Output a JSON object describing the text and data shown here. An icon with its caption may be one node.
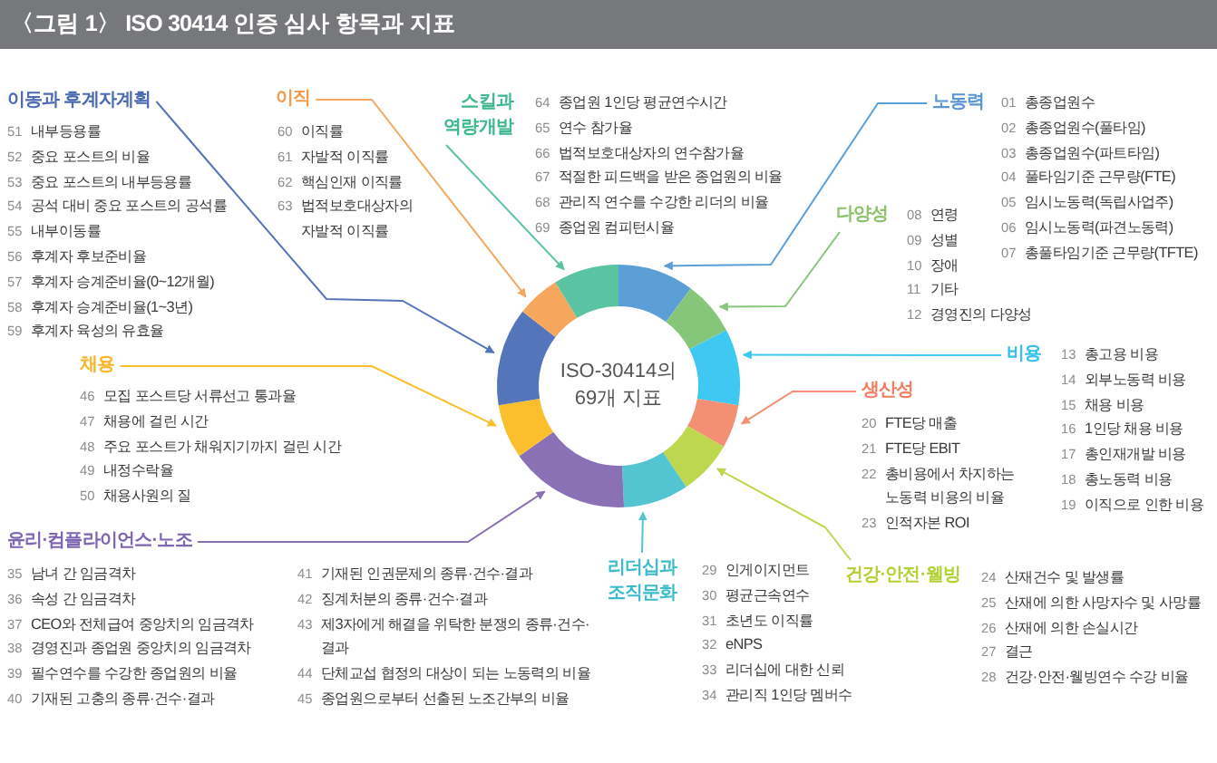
{
  "diagram": {
    "title": "〈그림 1〉 ISO 30414 인증 심사 항목과 지표",
    "nodes": [
      {
        "text": [
          "노동력"
        ],
        "beside": [
          "01 총종업원수",
          "02 총종업원수(풀타임)",
          "03 총종업원수(파트타임)",
          "04 풀타임기준 근무량(FTE)",
          "05 임시노동력(독립사업주)",
          "06 임시노동력(파견노동력)",
          "07 총풀타임기준 근무량(TFTE)"
        ]
      },
      {
        "text": [
          "다양성"
        ],
        "beside": [
          "08 연령",
          "09 성별",
          "10 장애",
          "11 기타",
          "12 경영진의 다양성"
        ]
      },
      {
        "text": [
          "비용"
        ],
        "beside": [
          "13 총고용 비용",
          "14 외부노동력 비용",
          "15 채용 비용",
          "16 1인당 채용 비용",
          "17 총인재개발 비용",
          "18 총노동력 비용",
          "19 이직으로 인한 비용"
        ]
      },
      {
        "text": [
          "생산성"
        ],
        "beside": [
          "20 FTE당 매출",
          "21 FTE당 EBIT",
          "22 총비용에서 차지하는 노동력 비용의 비율",
          "23 인적자본 ROI"
        ]
      },
      {
        "text": [
          "건강·안전·웰빙"
        ],
        "beside": [
          "24 산재건수 및 발생률",
          "25 산재에 의한 사망자수 및 사망률",
          "26 산재에 의한 손실시간",
          "27 결근",
          "28 건강·안전·웰빙연수 수강 비율"
        ]
      },
      {
        "text": [
          "리더십과 조직문화"
        ],
        "beside": [
          "29 인게이지먼트",
          "30 평균근속연수",
          "31 초년도 이직률",
          "32 eNPS",
          "33 리더십에 대한 신뢰",
          "34 관리직 1인당 멤버수"
        ]
      },
      {
        "text": [
          "윤리·컴플라이언스·노조"
        ],
        "beside": [
          "35 남녀 간 임금격차",
          "36 속성 간 임금격차",
          "37 CEO와 전체급여 중앙치의 임금격차",
          "38 경영진과 종업원 중앙치의 임금격차",
          "39 필수연수를 수강한 종업원의 비율",
          "40 기재된 고충의 종류·건수·결과",
          "41 기재된 인권문제의 종류·건수·결과",
          "42 징계처분의 종류·건수·결과",
          "43 제3자에게 해결을 위탁한 분쟁의 종류·건수·결과",
          "44 단체교섭 협정의 대상이 되는 노동력의 비율",
          "45 종업원으로부터 선출된 노조간부의 비율"
        ]
      },
      {
        "text": [
          "채용"
        ],
        "beside": [
          "46 모집 포스트당 서류선고 통과율",
          "47 채용에 걸린 시간",
          "48 주요 포스트가 채워지기까지 걸린 시간",
          "49 내정수락율",
          "50 채용사원의 질"
        ]
      },
      {
        "text": [
          "이동과 후계자계획"
        ],
        "beside": [
          "51 내부등용률",
          "52 중요 포스트의 비율",
          "53 중요 포스트의 내부등용률",
          "54 공석 대비 중요 포스트의 공석률",
          "55 내부이동률",
          "56 후계자 후보준비율",
          "57 후계자 승계준비율(0~12개월)",
          "58 후계자 승계준비율(1~3년)",
          "59 후계자 육성의 유효율"
        ]
      },
      {
        "text": [
          "이직"
        ],
        "beside": [
          "60 이직률",
          "61 자발적 이직률",
          "62 핵심인재 이직률",
          "63 법적보호대상자의 자발적 이직률"
        ]
      },
      {
        "text": [
          "스킬과 역량개발"
        ],
        "beside": [
          "64 종업원 1인당 평균연수시간",
          "65 연수 참가율",
          "66 법적보호대상자의 연수참가율",
          "67 적절한 피드백을 받은 종업원의 비율",
          "68 관리직 연수를 수강한 리더의 비율",
          "69 종업원 컴피턴시율"
        ]
      },
      {
        "text": [],
        "shape": "arc"
      },
      {
        "text": [],
        "shape": "arc"
      },
      {
        "text": [],
        "shape": "arc"
      },
      {
        "text": [],
        "shape": "arc"
      },
      {
        "text": [],
        "shape": "arc"
      },
      {
        "text": [],
        "shape": "arc"
      },
      {
        "text": [],
        "shape": "arc"
      },
      {
        "text": [],
        "shape": "arc"
      },
      {
        "text": [],
        "shape": "arc"
      },
      {
        "text": [],
        "shape": "arc"
      },
      {
        "text": [],
        "shape": "arc"
      }
    ],
    "edges": [
      {
        "from": 0,
        "to": 11,
        "arrow": "to",
        "color": "#5b9fd6"
      },
      {
        "from": 1,
        "to": 12,
        "arrow": "to",
        "color": "#86c67a"
      },
      {
        "from": 2,
        "to": 13,
        "arrow": "to",
        "color": "#3fc8f2"
      },
      {
        "from": 3,
        "to": 14,
        "arrow": "to",
        "color": "#f38f72"
      },
      {
        "from": 4,
        "to": 15,
        "arrow": "to",
        "color": "#bdd74f"
      },
      {
        "from": 5,
        "to": 16,
        "arrow": "to",
        "color": "#53c5d1"
      },
      {
        "from": 6,
        "to": 17,
        "arrow": "to",
        "color": "#8a70b4"
      },
      {
        "from": 7,
        "to": 18,
        "arrow": "to",
        "color": "#fbbf2e"
      },
      {
        "from": 8,
        "to": 19,
        "arrow": "to",
        "color": "#5575ba"
      },
      {
        "from": 9,
        "to": 20,
        "arrow": "to",
        "color": "#f6a75e"
      },
      {
        "from": 10,
        "to": 21,
        "arrow": "to",
        "color": "#5ac3a1"
      }
    ],
    "labels": [
      "ISO-30414의 69개 지표"
    ]
  }
}
